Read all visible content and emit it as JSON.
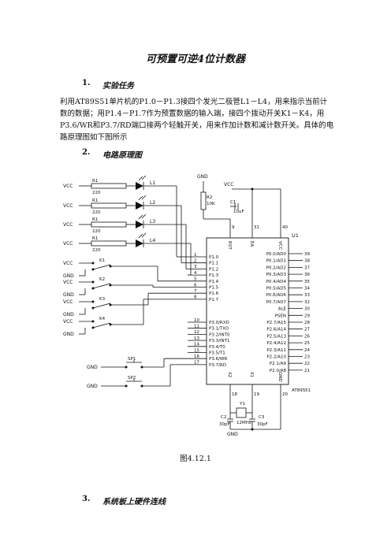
{
  "title": "可预置可逆4位计数器",
  "sections": [
    {
      "num": "1.",
      "heading": "实验任务"
    },
    {
      "num": "2.",
      "heading": "电路原理图"
    },
    {
      "num": "3.",
      "heading": "系统板上硬件连线"
    }
  ],
  "paragraph": "利用AT89S51单片机的P1.0－P1.3接四个发光二极管L1－L4，用来指示当前计数的数据；用P1.4－P1.7作为预置数据的输入端，接四个拨动开关K1－K4，用P3.6/WR和P3.7/RD端口接两个轻触开关，用来作加计数和减计数开关。具体的电路原理图如下图所示",
  "figure_caption": "图4.12.1",
  "schematic": {
    "chip_name": "U1",
    "chip_part": "AT89S51",
    "top_pins": {
      "rst": "RST",
      "ea": "EA",
      "vcc": "VCC",
      "p9": "9",
      "p31": "31",
      "p40": "40"
    },
    "bottom_pins": {
      "x2": "X2",
      "x1": "X1",
      "gnd": "GND",
      "p18": "18",
      "p19": "19",
      "p20": "20"
    },
    "left_pins": [
      {
        "num": "1",
        "label": "P1.0"
      },
      {
        "num": "2",
        "label": "P1.1"
      },
      {
        "num": "3",
        "label": "P1.2"
      },
      {
        "num": "4",
        "label": "P1.3"
      },
      {
        "num": "5",
        "label": "P1.4"
      },
      {
        "num": "6",
        "label": "P1.5"
      },
      {
        "num": "7",
        "label": "P1.6"
      },
      {
        "num": "8",
        "label": "P1.7"
      },
      {
        "num": "10",
        "label": "P3.0/RXD"
      },
      {
        "num": "11",
        "label": "P3.1/TXD"
      },
      {
        "num": "12",
        "label": "P3.2/INT0"
      },
      {
        "num": "13",
        "label": "P3.3/INT1"
      },
      {
        "num": "14",
        "label": "P3.4/T0"
      },
      {
        "num": "15",
        "label": "P3.5/T1"
      },
      {
        "num": "16",
        "label": "P3.6/WR"
      },
      {
        "num": "17",
        "label": "P3.7/RD"
      }
    ],
    "right_pins": [
      {
        "num": "39",
        "label": "P0.0/AD0"
      },
      {
        "num": "38",
        "label": "P0.1/AD1"
      },
      {
        "num": "37",
        "label": "P0.2/AD2"
      },
      {
        "num": "36",
        "label": "P0.3/AD3"
      },
      {
        "num": "35",
        "label": "P0.4/AD4"
      },
      {
        "num": "34",
        "label": "P0.5/AD5"
      },
      {
        "num": "33",
        "label": "P0.6/AD6"
      },
      {
        "num": "32",
        "label": "P0.7/AD7"
      },
      {
        "num": "30",
        "label": "ALE"
      },
      {
        "num": "29",
        "label": "PSEN"
      },
      {
        "num": "28",
        "label": "P2.7/A15"
      },
      {
        "num": "27",
        "label": "P2.6/A14"
      },
      {
        "num": "26",
        "label": "P2.5/A13"
      },
      {
        "num": "25",
        "label": "P2.4/A12"
      },
      {
        "num": "24",
        "label": "P2.3/A11"
      },
      {
        "num": "23",
        "label": "P2.2/A10"
      },
      {
        "num": "22",
        "label": "P2.1/A9"
      },
      {
        "num": "21",
        "label": "P2.0/A8"
      }
    ],
    "leds": [
      {
        "res": "R1",
        "val": "220",
        "led": "L1",
        "vcc": "VCC"
      },
      {
        "res": "R1",
        "val": "220",
        "led": "L2",
        "vcc": "VCC"
      },
      {
        "res": "R1",
        "val": "220",
        "led": "L3",
        "vcc": "VCC"
      },
      {
        "res": "R1",
        "val": "220",
        "led": "L4",
        "vcc": "VCC"
      }
    ],
    "switches": [
      {
        "name": "K1",
        "top": "VCC",
        "bottom": "GND"
      },
      {
        "name": "K2",
        "top": "VCC",
        "bottom": "GND"
      },
      {
        "name": "K3",
        "top": "VCC",
        "bottom": "GND"
      },
      {
        "name": "K4",
        "top": "VCC",
        "bottom": "GND"
      }
    ],
    "buttons": [
      {
        "name": "SP1",
        "gnd": "GND"
      },
      {
        "name": "SP2",
        "gnd": "GND"
      }
    ],
    "reset": {
      "gnd": "GND",
      "vcc": "VCC",
      "r": "R2",
      "rval": "10K",
      "c": "C1",
      "cval": "10uF"
    },
    "crystal": {
      "y": "Y1",
      "freq": "12MHz",
      "c2": "C2",
      "c2val": "30pF",
      "c3": "C3",
      "c3val": "30pF",
      "gnd": "GND"
    }
  }
}
